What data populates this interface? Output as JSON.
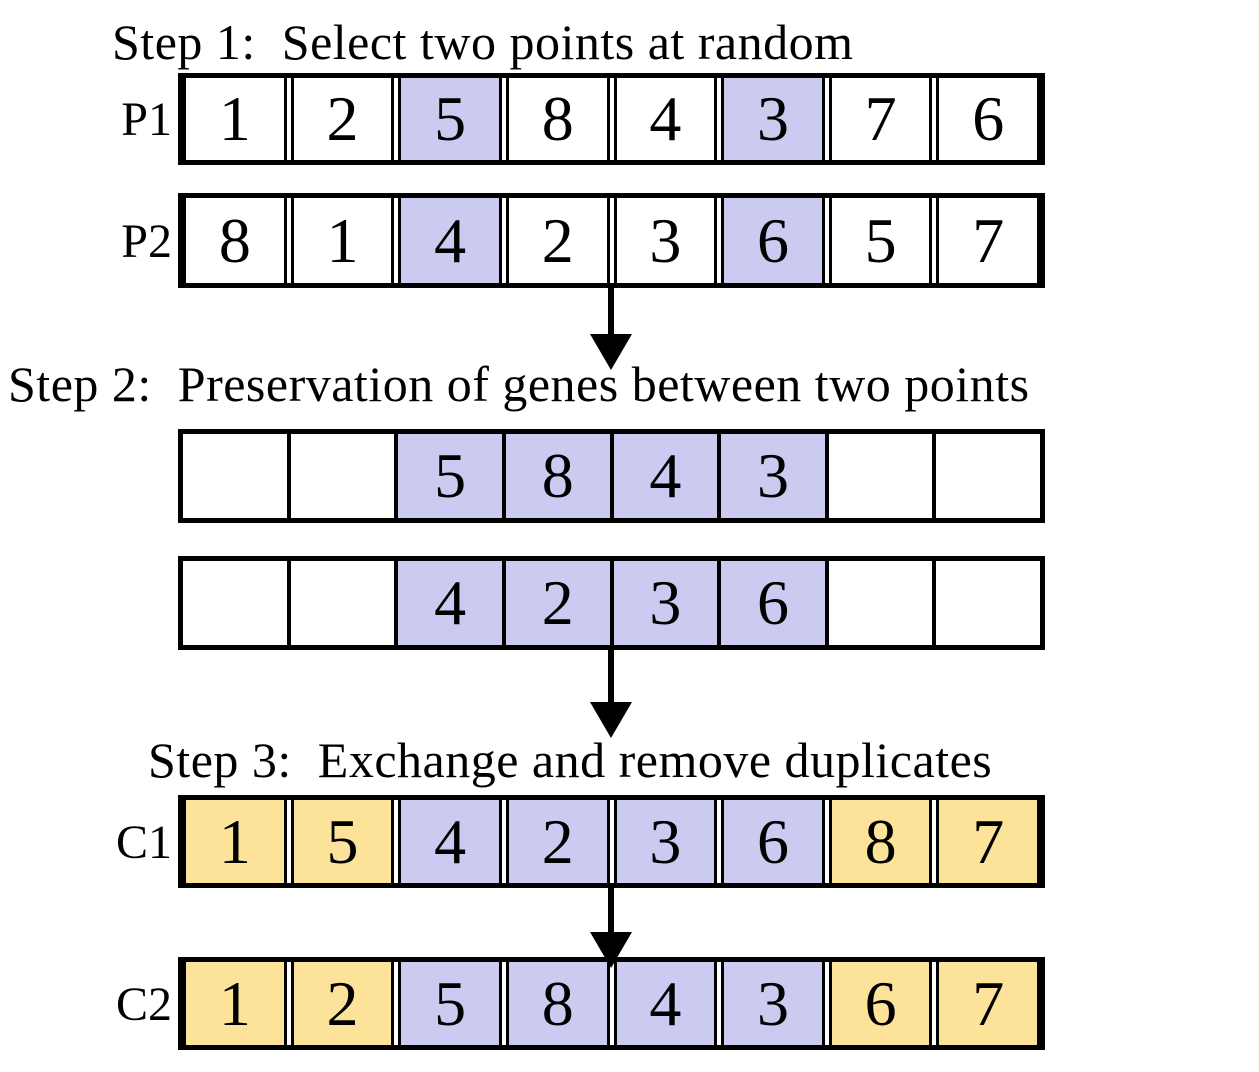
{
  "colors": {
    "highlight_lavender": "#cbcbf2",
    "highlight_yellow": "#fde299",
    "border": "#000000",
    "background": "#ffffff"
  },
  "steps": [
    {
      "title": "Step 1:  Select two points at random"
    },
    {
      "title": "Step 2:  Preservation of genes between two points"
    },
    {
      "title": "Step 3:  Exchange and remove duplicates"
    }
  ],
  "rows": [
    {
      "id": "p1",
      "label": "P1",
      "style": "boxed",
      "cells": [
        {
          "v": "1",
          "c": "white"
        },
        {
          "v": "2",
          "c": "white"
        },
        {
          "v": "5",
          "c": "lavender"
        },
        {
          "v": "8",
          "c": "white"
        },
        {
          "v": "4",
          "c": "white"
        },
        {
          "v": "3",
          "c": "lavender"
        },
        {
          "v": "7",
          "c": "white"
        },
        {
          "v": "6",
          "c": "white"
        }
      ]
    },
    {
      "id": "p2",
      "label": "P2",
      "style": "boxed",
      "cells": [
        {
          "v": "8",
          "c": "white"
        },
        {
          "v": "1",
          "c": "white"
        },
        {
          "v": "4",
          "c": "lavender"
        },
        {
          "v": "2",
          "c": "white"
        },
        {
          "v": "3",
          "c": "white"
        },
        {
          "v": "6",
          "c": "lavender"
        },
        {
          "v": "5",
          "c": "white"
        },
        {
          "v": "7",
          "c": "white"
        }
      ]
    },
    {
      "id": "s2a",
      "label": "",
      "style": "grid",
      "cells": [
        {
          "v": "",
          "c": "white"
        },
        {
          "v": "",
          "c": "white"
        },
        {
          "v": "5",
          "c": "lavender"
        },
        {
          "v": "8",
          "c": "lavender"
        },
        {
          "v": "4",
          "c": "lavender"
        },
        {
          "v": "3",
          "c": "lavender"
        },
        {
          "v": "",
          "c": "white"
        },
        {
          "v": "",
          "c": "white"
        }
      ]
    },
    {
      "id": "s2b",
      "label": "",
      "style": "grid",
      "cells": [
        {
          "v": "",
          "c": "white"
        },
        {
          "v": "",
          "c": "white"
        },
        {
          "v": "4",
          "c": "lavender"
        },
        {
          "v": "2",
          "c": "lavender"
        },
        {
          "v": "3",
          "c": "lavender"
        },
        {
          "v": "6",
          "c": "lavender"
        },
        {
          "v": "",
          "c": "white"
        },
        {
          "v": "",
          "c": "white"
        }
      ]
    },
    {
      "id": "c1",
      "label": "C1",
      "style": "boxed",
      "cells": [
        {
          "v": "1",
          "c": "yellow"
        },
        {
          "v": "5",
          "c": "yellow"
        },
        {
          "v": "4",
          "c": "lavender"
        },
        {
          "v": "2",
          "c": "lavender"
        },
        {
          "v": "3",
          "c": "lavender"
        },
        {
          "v": "6",
          "c": "lavender"
        },
        {
          "v": "8",
          "c": "yellow"
        },
        {
          "v": "7",
          "c": "yellow"
        }
      ]
    },
    {
      "id": "c2",
      "label": "C2",
      "style": "boxed",
      "cells": [
        {
          "v": "1",
          "c": "yellow"
        },
        {
          "v": "2",
          "c": "yellow"
        },
        {
          "v": "5",
          "c": "lavender"
        },
        {
          "v": "8",
          "c": "lavender"
        },
        {
          "v": "4",
          "c": "lavender"
        },
        {
          "v": "3",
          "c": "lavender"
        },
        {
          "v": "6",
          "c": "yellow"
        },
        {
          "v": "7",
          "c": "yellow"
        }
      ]
    }
  ]
}
